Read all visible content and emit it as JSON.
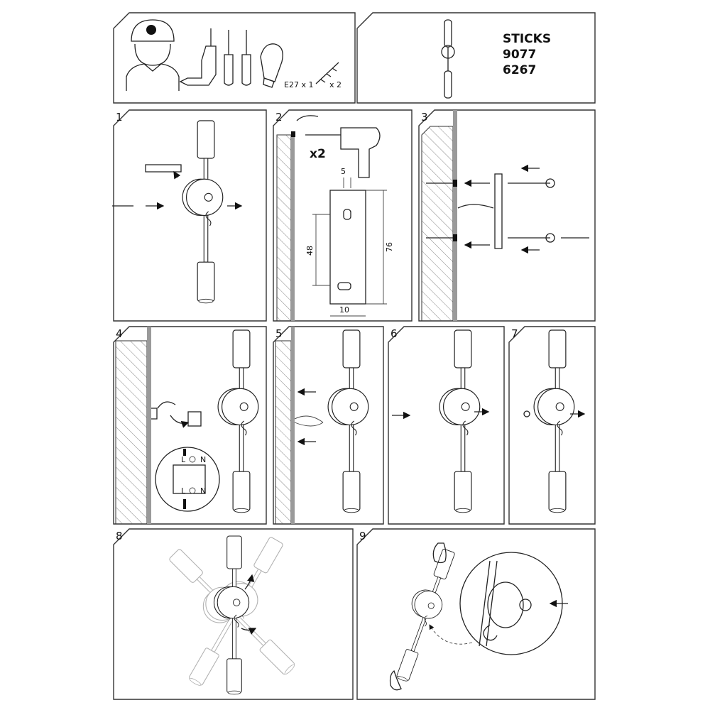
{
  "header": {
    "product_name": "STICKS",
    "codes": [
      "9077",
      "6267"
    ],
    "bulb_label": "E27 x 1",
    "anchor_label": "x 2",
    "tools": [
      "electrician-icon",
      "drill-icon",
      "phillips-screwdriver-icon",
      "flat-screwdriver-icon",
      "bulb-icon",
      "wall-plug-icon"
    ]
  },
  "steps": [
    {
      "number": "1"
    },
    {
      "number": "2",
      "drill_count": "x2",
      "dims": {
        "top": "5",
        "hole_spacing": "48",
        "height": "76",
        "width": "10"
      }
    },
    {
      "number": "3"
    },
    {
      "number": "4",
      "terminal_labels_top": [
        "L",
        "N"
      ],
      "terminal_labels_bottom": [
        "L",
        "N"
      ]
    },
    {
      "number": "5"
    },
    {
      "number": "6"
    },
    {
      "number": "7"
    },
    {
      "number": "8"
    },
    {
      "number": "9"
    }
  ]
}
